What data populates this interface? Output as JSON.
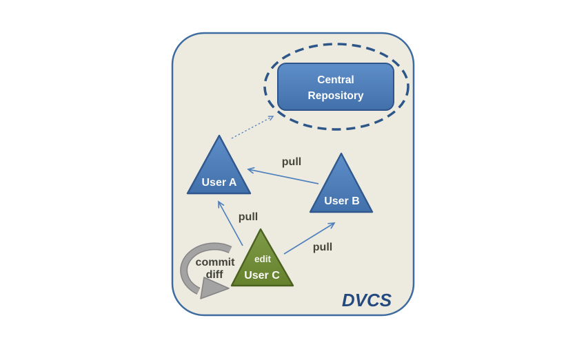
{
  "diagram": {
    "system_label": "DVCS",
    "central_repository": {
      "line1": "Central",
      "line2": "Repository"
    },
    "users": [
      {
        "id": "user-a",
        "label": "User A",
        "color": "#4f81bd"
      },
      {
        "id": "user-b",
        "label": "User B",
        "color": "#4f81bd"
      },
      {
        "id": "user-c",
        "label": "User C",
        "action": "edit",
        "color": "#71903a"
      }
    ],
    "edges": {
      "b_to_a": "pull",
      "c_to_a": "pull",
      "c_to_b": "pull",
      "a_to_repo": ""
    },
    "loop_arrow": {
      "line1": "commit",
      "line2": "diff"
    },
    "colors": {
      "canvas_bg": "#ffffff",
      "container_fill": "#edeae0",
      "container_border": "#3e6b9f",
      "ellipse_dash": "#2d5688",
      "node_blue": "#4f81bd",
      "node_blue_border": "#30588e",
      "node_green": "#71903a",
      "node_green_border": "#4a6120",
      "arrow_blue": "#4f81bd",
      "loop_gray": "#a3a3a3",
      "loop_gray_outline": "#848484",
      "label_dark": "#3f4036",
      "dvcs_text": "#24497e"
    }
  }
}
